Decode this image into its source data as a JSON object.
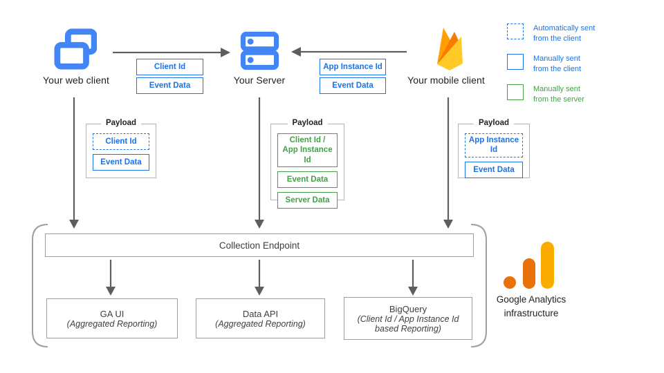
{
  "colors": {
    "blue": "#1a73e8",
    "icon_blue": "#4285f4",
    "green": "#43a047",
    "arrow_gray": "#5a5f63",
    "box_border_gray": "#9e9e9e",
    "firebase_yellow": "#ffca28",
    "firebase_orange": "#ffa000",
    "firebase_dark_orange": "#f57c00",
    "ga_orange": "#e8710a",
    "ga_amber": "#f9ab00"
  },
  "nodes": {
    "web_client": {
      "label": "Your web client"
    },
    "server": {
      "label": "Your Server"
    },
    "mobile_client": {
      "label": "Your mobile client"
    }
  },
  "edges": {
    "web_to_server": {
      "tags": [
        "Client Id",
        "Event Data"
      ]
    },
    "mobile_to_server": {
      "tags": [
        "App Instance Id",
        "Event Data"
      ]
    }
  },
  "legend": {
    "items": [
      {
        "style": "dashed-blue",
        "label": "Automatically sent\nfrom the client"
      },
      {
        "style": "solid-blue",
        "label": "Manually sent\nfrom the client"
      },
      {
        "style": "solid-green",
        "label": "Manually sent\nfrom the server"
      }
    ]
  },
  "payloads": [
    {
      "owner": "web-client",
      "title": "Payload",
      "items": [
        {
          "label": "Client Id",
          "style": "dashed-blue"
        },
        {
          "label": "Event Data",
          "style": "solid-blue"
        }
      ]
    },
    {
      "owner": "server",
      "title": "Payload",
      "items": [
        {
          "label": "Client Id /\nApp Instance Id",
          "style": "solid-green"
        },
        {
          "label": "Event Data",
          "style": "solid-green"
        },
        {
          "label": "Server Data",
          "style": "solid-green"
        }
      ]
    },
    {
      "owner": "mobile-client",
      "title": "Payload",
      "items": [
        {
          "label": "App Instance Id",
          "style": "dashed-blue"
        },
        {
          "label": "Event Data",
          "style": "solid-blue"
        }
      ]
    }
  ],
  "infrastructure": {
    "endpoint_label": "Collection Endpoint",
    "outputs": [
      {
        "title": "GA UI",
        "subtitle": "(Aggregated Reporting)"
      },
      {
        "title": "Data API",
        "subtitle": "(Aggregated Reporting)"
      },
      {
        "title": "BigQuery",
        "subtitle": "(Client Id / App Instance Id\nbased Reporting)"
      }
    ],
    "caption": "Google Analytics\ninfrastructure"
  }
}
